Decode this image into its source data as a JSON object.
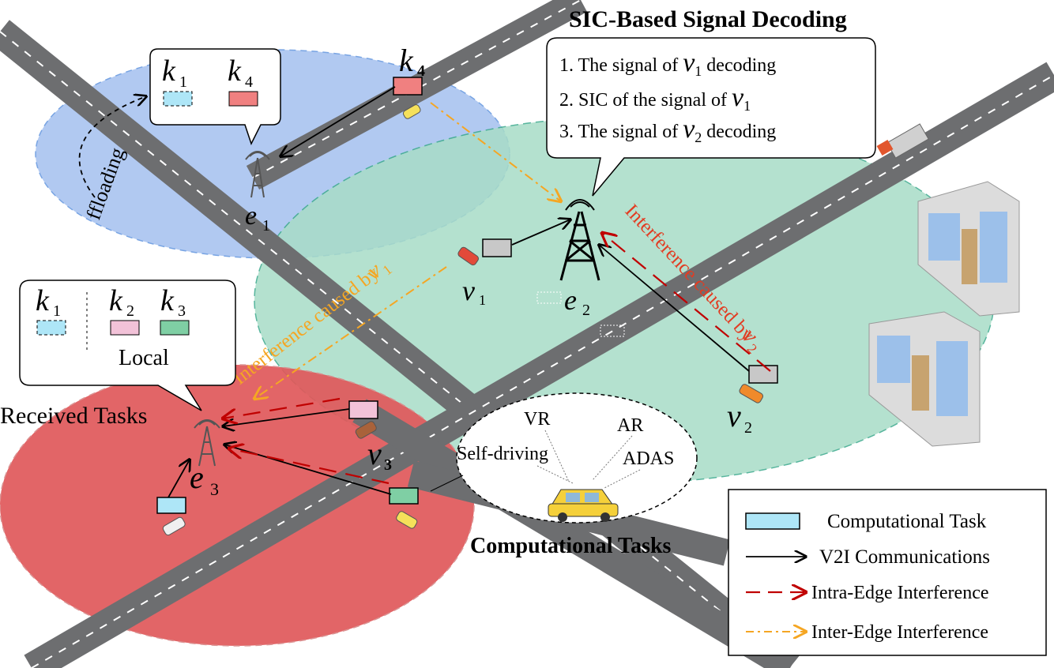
{
  "title_partial": "SIC-Based Signal Decoding",
  "edges": {
    "e1": {
      "base": "e",
      "sub": "1"
    },
    "e2": {
      "base": "e",
      "sub": "2"
    },
    "e3": {
      "base": "e",
      "sub": "3"
    }
  },
  "vehicles": {
    "v1": {
      "base": "v",
      "sub": "1"
    },
    "v2": {
      "base": "v",
      "sub": "2"
    },
    "v3": {
      "base": "v",
      "sub": "3"
    },
    "k4": {
      "base": "k",
      "sub": "4"
    }
  },
  "bubble_e1": {
    "k1": {
      "base": "k",
      "sub": "1"
    },
    "k4": {
      "base": "k",
      "sub": "4"
    }
  },
  "offloading_label": "ffloading",
  "decoding_box": {
    "line1_prefix": "1. The signal of ",
    "line1_suffix": " decoding",
    "line2_prefix": "2. SIC of the signal of ",
    "line3_prefix": "3. The signal of ",
    "line3_suffix": " decoding",
    "var1": {
      "base": "v",
      "sub": "1"
    },
    "var2": {
      "base": "v",
      "sub": "2"
    }
  },
  "local_box": {
    "k1": {
      "base": "k",
      "sub": "1"
    },
    "k2": {
      "base": "k",
      "sub": "2"
    },
    "k3": {
      "base": "k",
      "sub": "3"
    },
    "local_label": "Local"
  },
  "received_tasks_label": "Received Tasks",
  "computational_tasks_label": "Computational Tasks",
  "interference_v1_label": "Interference caused by ",
  "interference_v2_label": "Interference caused by ",
  "applications": [
    "VR",
    "AR",
    "Self-driving",
    "ADAS"
  ],
  "legend": {
    "items": [
      {
        "label": "Computational Task",
        "symbol": "task"
      },
      {
        "label": "V2I Communications",
        "symbol": "solid-arrow"
      },
      {
        "label": "Intra-Edge Interference",
        "symbol": "red-dashed-arrow"
      },
      {
        "label": "Inter-Edge Interference",
        "symbol": "orange-dashdot-arrow"
      }
    ]
  },
  "colors": {
    "road": "#6d6e70",
    "zone_e1": "#a9c4f0",
    "zone_e2": "#a8dcc7",
    "zone_e3": "#e0595b",
    "task_light_blue": "#aee6f7",
    "task_red": "#f08080",
    "task_pink": "#f2c2d8",
    "task_green": "#7fcfa4",
    "task_gray": "#c8c8c8",
    "intra": "#c00000",
    "inter": "#f5a623"
  }
}
